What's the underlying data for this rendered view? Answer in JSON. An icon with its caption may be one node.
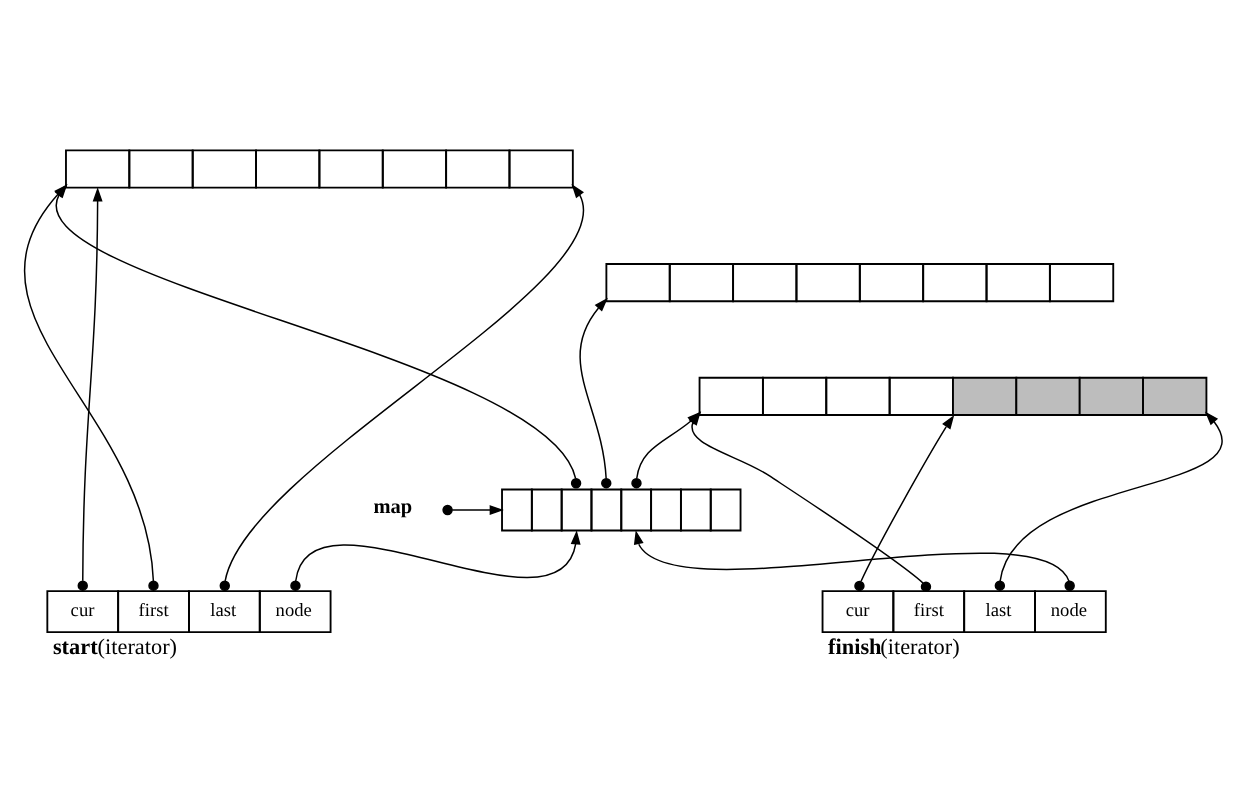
{
  "diagram": {
    "nodes": [
      {
        "text": [],
        "shape": "box"
      },
      {
        "text": [],
        "shape": "box"
      },
      {
        "text": [],
        "shape": "box"
      },
      {
        "text": [
          "map"
        ]
      },
      {
        "text": [],
        "shape": "box"
      },
      {
        "text": [
          "cur",
          "first",
          "last",
          "node"
        ],
        "beside": [
          "**start**(iterator)"
        ]
      },
      {
        "text": [
          "cur",
          "first",
          "last",
          "node"
        ],
        "beside": [
          "**finish**(iterator)"
        ]
      }
    ],
    "edges": [
      {
        "from": 4,
        "to": 0,
        "arrow": "to"
      },
      {
        "from": 4,
        "to": 1,
        "arrow": "to"
      },
      {
        "from": 4,
        "to": 2,
        "arrow": "to"
      },
      {
        "from": 3,
        "to": 4,
        "arrow": "to"
      },
      {
        "from": 5,
        "to": 0,
        "arrow": "to"
      },
      {
        "from": 5,
        "to": 0,
        "arrow": "to"
      },
      {
        "from": 5,
        "to": 0,
        "arrow": "to"
      },
      {
        "from": 5,
        "to": 4,
        "arrow": "to"
      },
      {
        "from": 6,
        "to": 2,
        "arrow": "to"
      },
      {
        "from": 6,
        "to": 2,
        "arrow": "to"
      },
      {
        "from": 6,
        "to": 2,
        "arrow": "to"
      },
      {
        "from": 6,
        "to": 4,
        "arrow": "to"
      }
    ]
  }
}
